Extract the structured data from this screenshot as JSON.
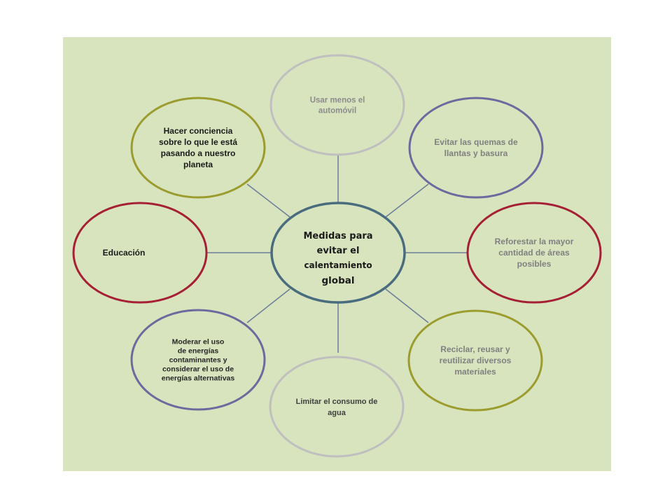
{
  "center": {
    "lines": [
      "Medidas para",
      "evitar el",
      "calentamiento",
      "global"
    ],
    "stroke": "#4a6c7f"
  },
  "nodes": [
    {
      "id": "usar-menos-automovil",
      "lines": [
        "Usar menos el",
        "automóvil"
      ],
      "stroke": "#bfbfbf",
      "text_color": "#8c8c8c"
    },
    {
      "id": "evitar-quemas",
      "lines": [
        "Evitar las quemas de",
        "llantas y basura"
      ],
      "stroke": "#6b6a9e",
      "text_color": "#808080"
    },
    {
      "id": "reforestar",
      "lines": [
        "Reforestar  la mayor",
        "cantidad de áreas",
        "posibles"
      ],
      "stroke": "#a51f35",
      "text_color": "#808080"
    },
    {
      "id": "reciclar",
      "lines": [
        "Reciclar, reusar y",
        "reutilizar diversos",
        "materiales"
      ],
      "stroke": "#9c9c2e",
      "text_color": "#808080"
    },
    {
      "id": "limitar-agua",
      "lines": [
        "Limitar el consumo de",
        "agua"
      ],
      "stroke": "#bfbfbf",
      "text_color": "#404040"
    },
    {
      "id": "moderar-energias",
      "lines": [
        "Moderar el uso",
        "de  energías",
        "contaminantes y",
        "considerar el uso de",
        "energías alternativas"
      ],
      "stroke": "#6b6a9e",
      "text_color": "#262626"
    },
    {
      "id": "educacion",
      "lines": [
        "Educación"
      ],
      "stroke": "#a51f35",
      "text_color": "#1a1a1a"
    },
    {
      "id": "hacer-conciencia",
      "lines": [
        "Hacer conciencia",
        "sobre lo que le está",
        "pasando  a nuestro",
        "planeta"
      ],
      "stroke": "#9c9c2e",
      "text_color": "#1a1a1a"
    }
  ],
  "connector_color": "#6b7d99"
}
